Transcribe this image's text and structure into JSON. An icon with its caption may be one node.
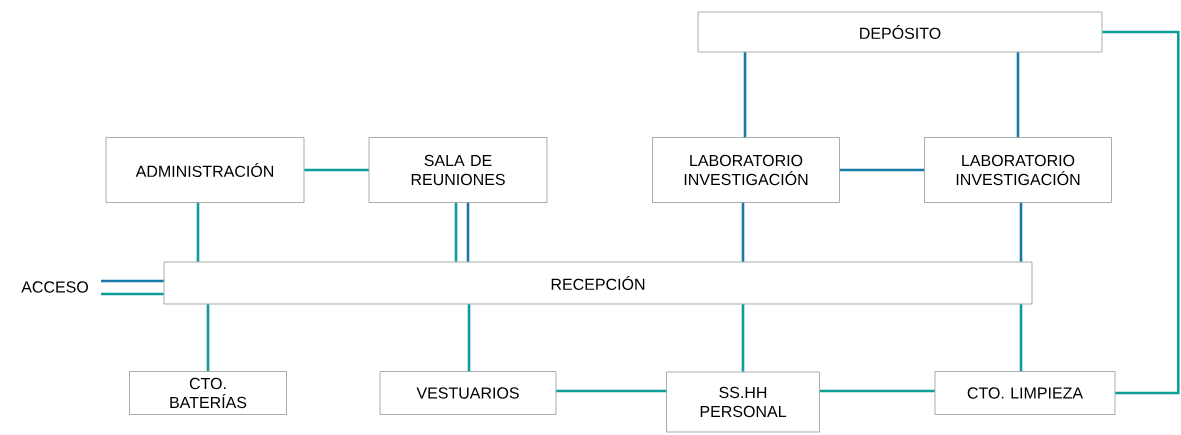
{
  "diagram": {
    "nodes": [
      {
        "text": [
          "DEPÓSITO"
        ]
      },
      {
        "text": [
          "ADMINISTRACIÓN"
        ]
      },
      {
        "text": [
          "SALA DE REUNIONES"
        ]
      },
      {
        "text": [
          "LABORATORIO INVESTIGACIÓN"
        ]
      },
      {
        "text": [
          "LABORATORIO INVESTIGACIÓN"
        ]
      },
      {
        "text": [
          "ACCESO"
        ]
      },
      {
        "text": [
          "RECEPCIÓN"
        ]
      },
      {
        "text": [
          "CTO. BATERÍAS"
        ]
      },
      {
        "text": [
          "VESTUARIOS"
        ]
      },
      {
        "text": [
          "SS.HH PERSONAL"
        ]
      },
      {
        "text": [
          "CTO. LIMPIEZA"
        ]
      }
    ],
    "edges": [
      {
        "from": 0,
        "to": 3,
        "arrow": "none",
        "color": "#1a7aa6"
      },
      {
        "from": 0,
        "to": 4,
        "arrow": "none",
        "color": "#1a7aa6"
      },
      {
        "from": 1,
        "to": 2,
        "arrow": "none"
      },
      {
        "from": 3,
        "to": 4,
        "arrow": "none",
        "color": "#1a7aa6"
      },
      {
        "from": 1,
        "to": 6,
        "arrow": "none"
      },
      {
        "from": 2,
        "to": 6,
        "arrow": "none"
      },
      {
        "from": 2,
        "to": 6,
        "arrow": "none",
        "color": "#1a7aa6"
      },
      {
        "from": 3,
        "to": 6,
        "arrow": "none",
        "color": "#1a7aa6"
      },
      {
        "from": 4,
        "to": 6,
        "arrow": "none",
        "color": "#1a7aa6"
      },
      {
        "from": 5,
        "to": 6,
        "arrow": "none",
        "color": "#1a7aa6"
      },
      {
        "from": 5,
        "to": 6,
        "arrow": "none"
      },
      {
        "from": 6,
        "to": 7,
        "arrow": "none"
      },
      {
        "from": 6,
        "to": 8,
        "arrow": "none"
      },
      {
        "from": 6,
        "to": 9,
        "arrow": "none"
      },
      {
        "from": 6,
        "to": 10,
        "arrow": "none"
      },
      {
        "from": 8,
        "to": 9,
        "arrow": "none"
      },
      {
        "from": 9,
        "to": 10,
        "arrow": "none"
      },
      {
        "from": 10,
        "to": 0,
        "arrow": "none"
      }
    ]
  }
}
